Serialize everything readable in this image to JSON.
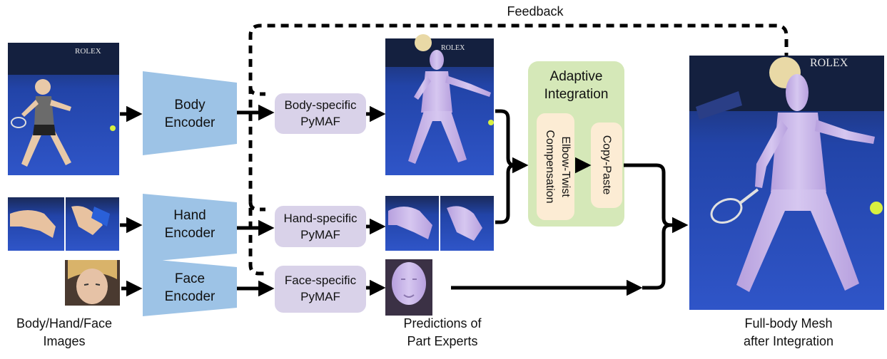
{
  "feedback_label": "Feedback",
  "encoders": [
    {
      "line1": "Body",
      "line2": "Encoder"
    },
    {
      "line1": "Hand",
      "line2": "Encoder"
    },
    {
      "line1": "Face",
      "line2": "Encoder"
    }
  ],
  "pymaf": [
    {
      "line1": "Body-specific",
      "line2": "PyMAF"
    },
    {
      "line1": "Hand-specific",
      "line2": "PyMAF"
    },
    {
      "line1": "Face-specific",
      "line2": "PyMAF"
    }
  ],
  "integration": {
    "title_line1": "Adaptive",
    "title_line2": "Integration",
    "elbow_line1": "Elbow-Twist",
    "elbow_line2": "Compensation",
    "copy_paste": "Copy-Paste"
  },
  "captions": {
    "inputs_line1": "Body/Hand/Face",
    "inputs_line2": "Images",
    "experts_line1": "Predictions of",
    "experts_line2": "Part Experts",
    "output_line1": "Full-body Mesh",
    "output_line2": "after Integration"
  },
  "photo_text": "ROLEX",
  "colors": {
    "encoder": "#9dc3e6",
    "pymaf": "#d9d2e9",
    "integration": "#d5e8b8",
    "integration_inner": "#fcecd4",
    "court": "#2848b8",
    "mesh": "#c7b3e8",
    "arrow": "#000000"
  }
}
